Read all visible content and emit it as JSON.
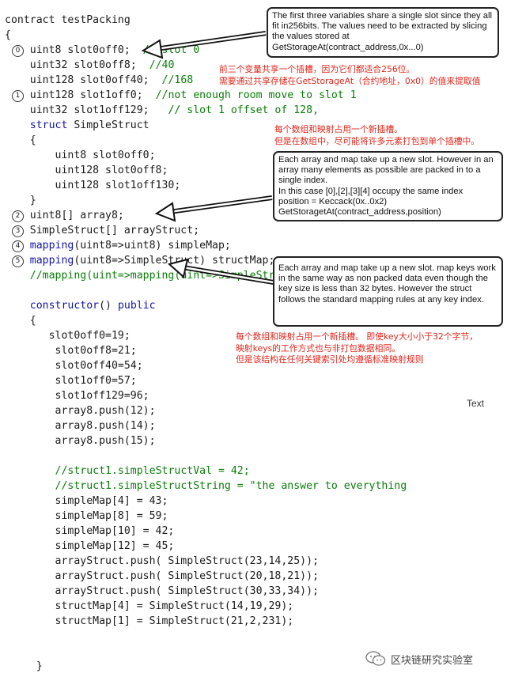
{
  "code_lines": [
    [
      {
        "t": "contract testPacking",
        "c": ""
      }
    ],
    [
      {
        "t": "{",
        "c": ""
      }
    ],
    [
      {
        "t": "    uint8 slot0off0;  ",
        "c": ""
      },
      {
        "t": "// slot 0",
        "c": "cm"
      }
    ],
    [
      {
        "t": "    uint32 slot0off8;  ",
        "c": ""
      },
      {
        "t": "//40",
        "c": "cm"
      }
    ],
    [
      {
        "t": "    uint128 slot0off40;  ",
        "c": ""
      },
      {
        "t": "//168",
        "c": "cm"
      }
    ],
    [
      {
        "t": "    uint128 slot1off0;  ",
        "c": ""
      },
      {
        "t": "//not enough room move to slot 1",
        "c": "cm"
      }
    ],
    [
      {
        "t": "    uint32 slot1off129;   ",
        "c": ""
      },
      {
        "t": "// slot 1 offset of 128,",
        "c": "cm"
      }
    ],
    [
      {
        "t": "    ",
        "c": ""
      },
      {
        "t": "struct",
        "c": "kw"
      },
      {
        "t": " SimpleStruct",
        "c": ""
      }
    ],
    [
      {
        "t": "    {",
        "c": ""
      }
    ],
    [
      {
        "t": "        uint8 slot0off0;",
        "c": ""
      }
    ],
    [
      {
        "t": "        uint128 slot0off8;",
        "c": ""
      }
    ],
    [
      {
        "t": "        uint128 slot1off130;",
        "c": ""
      }
    ],
    [
      {
        "t": "    }",
        "c": ""
      }
    ],
    [
      {
        "t": "    uint8[] array8;",
        "c": ""
      }
    ],
    [
      {
        "t": "    SimpleStruct[] arrayStruct;",
        "c": ""
      }
    ],
    [
      {
        "t": "    ",
        "c": ""
      },
      {
        "t": "mapping",
        "c": "kw"
      },
      {
        "t": "(uint8=>uint8) simpleMap;",
        "c": ""
      }
    ],
    [
      {
        "t": "    ",
        "c": ""
      },
      {
        "t": "mapping",
        "c": "kw"
      },
      {
        "t": "(uint8=>SimpleStruct) structMap;",
        "c": ""
      }
    ],
    [
      {
        "t": "    ",
        "c": ""
      },
      {
        "t": "//mapping(uint=>mapping(uint=>SimpleStruct",
        "c": "cm"
      }
    ],
    [
      {
        "t": "",
        "c": ""
      }
    ],
    [
      {
        "t": "    ",
        "c": ""
      },
      {
        "t": "constructor",
        "c": "kw"
      },
      {
        "t": "() ",
        "c": ""
      },
      {
        "t": "public",
        "c": "kw"
      }
    ],
    [
      {
        "t": "    {",
        "c": ""
      }
    ],
    [
      {
        "t": "       slot0off0=19;",
        "c": ""
      }
    ],
    [
      {
        "t": "        slot0off8=21;",
        "c": ""
      }
    ],
    [
      {
        "t": "        slot0off40=54;",
        "c": ""
      }
    ],
    [
      {
        "t": "        slot1off0=57;",
        "c": ""
      }
    ],
    [
      {
        "t": "        slot1off129=96;",
        "c": ""
      }
    ],
    [
      {
        "t": "        array8.push(12);",
        "c": ""
      }
    ],
    [
      {
        "t": "        array8.push(14);",
        "c": ""
      }
    ],
    [
      {
        "t": "        array8.push(15);",
        "c": ""
      }
    ],
    [
      {
        "t": "",
        "c": ""
      }
    ],
    [
      {
        "t": "        ",
        "c": ""
      },
      {
        "t": "//struct1.simpleStructVal = 42;",
        "c": "cm"
      }
    ],
    [
      {
        "t": "        ",
        "c": ""
      },
      {
        "t": "//struct1.simpleStructString = \"the answer to everything",
        "c": "cm"
      }
    ],
    [
      {
        "t": "        simpleMap[4] = 43;",
        "c": ""
      }
    ],
    [
      {
        "t": "        simpleMap[8] = 59;",
        "c": ""
      }
    ],
    [
      {
        "t": "        simpleMap[10] = 42;",
        "c": ""
      }
    ],
    [
      {
        "t": "        simpleMap[12] = 45;",
        "c": ""
      }
    ],
    [
      {
        "t": "        arrayStruct.push( SimpleStruct(23,14,25));",
        "c": ""
      }
    ],
    [
      {
        "t": "        arrayStruct.push( SimpleStruct(20,18,21));",
        "c": ""
      }
    ],
    [
      {
        "t": "        arrayStruct.push( SimpleStruct(30,33,34));",
        "c": ""
      }
    ],
    [
      {
        "t": "        structMap[4] = SimpleStruct(14,19,29);",
        "c": ""
      }
    ],
    [
      {
        "t": "        structMap[1] = SimpleStruct(21,2,231);",
        "c": ""
      }
    ],
    [
      {
        "t": "",
        "c": ""
      }
    ],
    [
      {
        "t": "",
        "c": ""
      }
    ],
    [
      {
        "t": "     }",
        "c": ""
      }
    ]
  ],
  "slot_markers": [
    {
      "label": "0",
      "line": 2
    },
    {
      "label": "1",
      "line": 5
    },
    {
      "label": "2",
      "line": 13
    },
    {
      "label": "3",
      "line": 14
    },
    {
      "label": "4",
      "line": 15
    },
    {
      "label": "5",
      "line": 16
    }
  ],
  "annotations": {
    "box1": "The first three variables share a single slot since they all fit in256bits. The values need to be extracted by slicing the values stored at GetStorageAt(contract_address,0x...0)",
    "red1": [
      "前三个变量共享一个插槽，因为它们都适合256位。",
      "需要通过共享存储在GetStorageAt（合约地址，0x0）的值来提取值"
    ],
    "red2": [
      "每个数组和映射占用一个新插槽。",
      "但是在数组中，尽可能将许多元素打包到单个插槽中。"
    ],
    "box2": [
      "Each array and map take up a new slot. However in an array many elements as possible are packed in to a single index.",
      "In this case [0],[2],[3][4] occupy the same index",
      "position = Keccack(0x..0x2)",
      "GetStoragetAt(contract_address,position)"
    ],
    "box3": "Each array and map take up a new slot. map keys work in the same way as non packed data even though the key size is less than 32 bytes. However the struct follows the standard mapping rules at any key index.",
    "red3": [
      "每个数组和映射占用一个新插槽。 即使key大小小于32个字节，",
      "映射keys的工作方式也与非打包数据相同。",
      "但是该结构在任何关键索引处均遵循标准映射规则"
    ],
    "text_label": "Text"
  },
  "watermark": "区块链研究实验室"
}
